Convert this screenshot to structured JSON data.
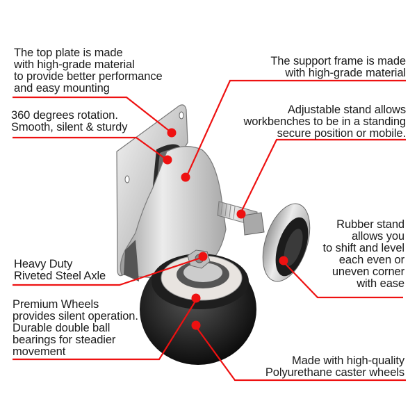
{
  "title": "Swivel caster with adjustable leveling stand - feature callouts",
  "accent_color": "#ee1111",
  "callouts": [
    {
      "id": "top-plate",
      "text": "The top plate is made\nwith high-grade material\nto provide better performance\nand easy mounting"
    },
    {
      "id": "rotation",
      "text": "360 degrees rotation.\nSmooth, silent & sturdy"
    },
    {
      "id": "support-frame",
      "text": "The support frame is made\nwith high-grade material"
    },
    {
      "id": "adjustable-stand",
      "text": "Adjustable stand allows\nworkbenches to be in a standing\nsecure position or mobile."
    },
    {
      "id": "rubber-stand",
      "text": "Rubber stand\nallows you\nto shift and level\neach even or\nuneven corner\nwith ease"
    },
    {
      "id": "axle",
      "text": "Heavy Duty\nRiveted Steel Axle"
    },
    {
      "id": "premium-wheels",
      "text": "Premium Wheels\nprovides silent operation.\nDurable double ball\nbearings for steadier\nmovement"
    },
    {
      "id": "polyurethane",
      "text": "Made with high-quality\nPolyurethane caster wheels"
    }
  ]
}
